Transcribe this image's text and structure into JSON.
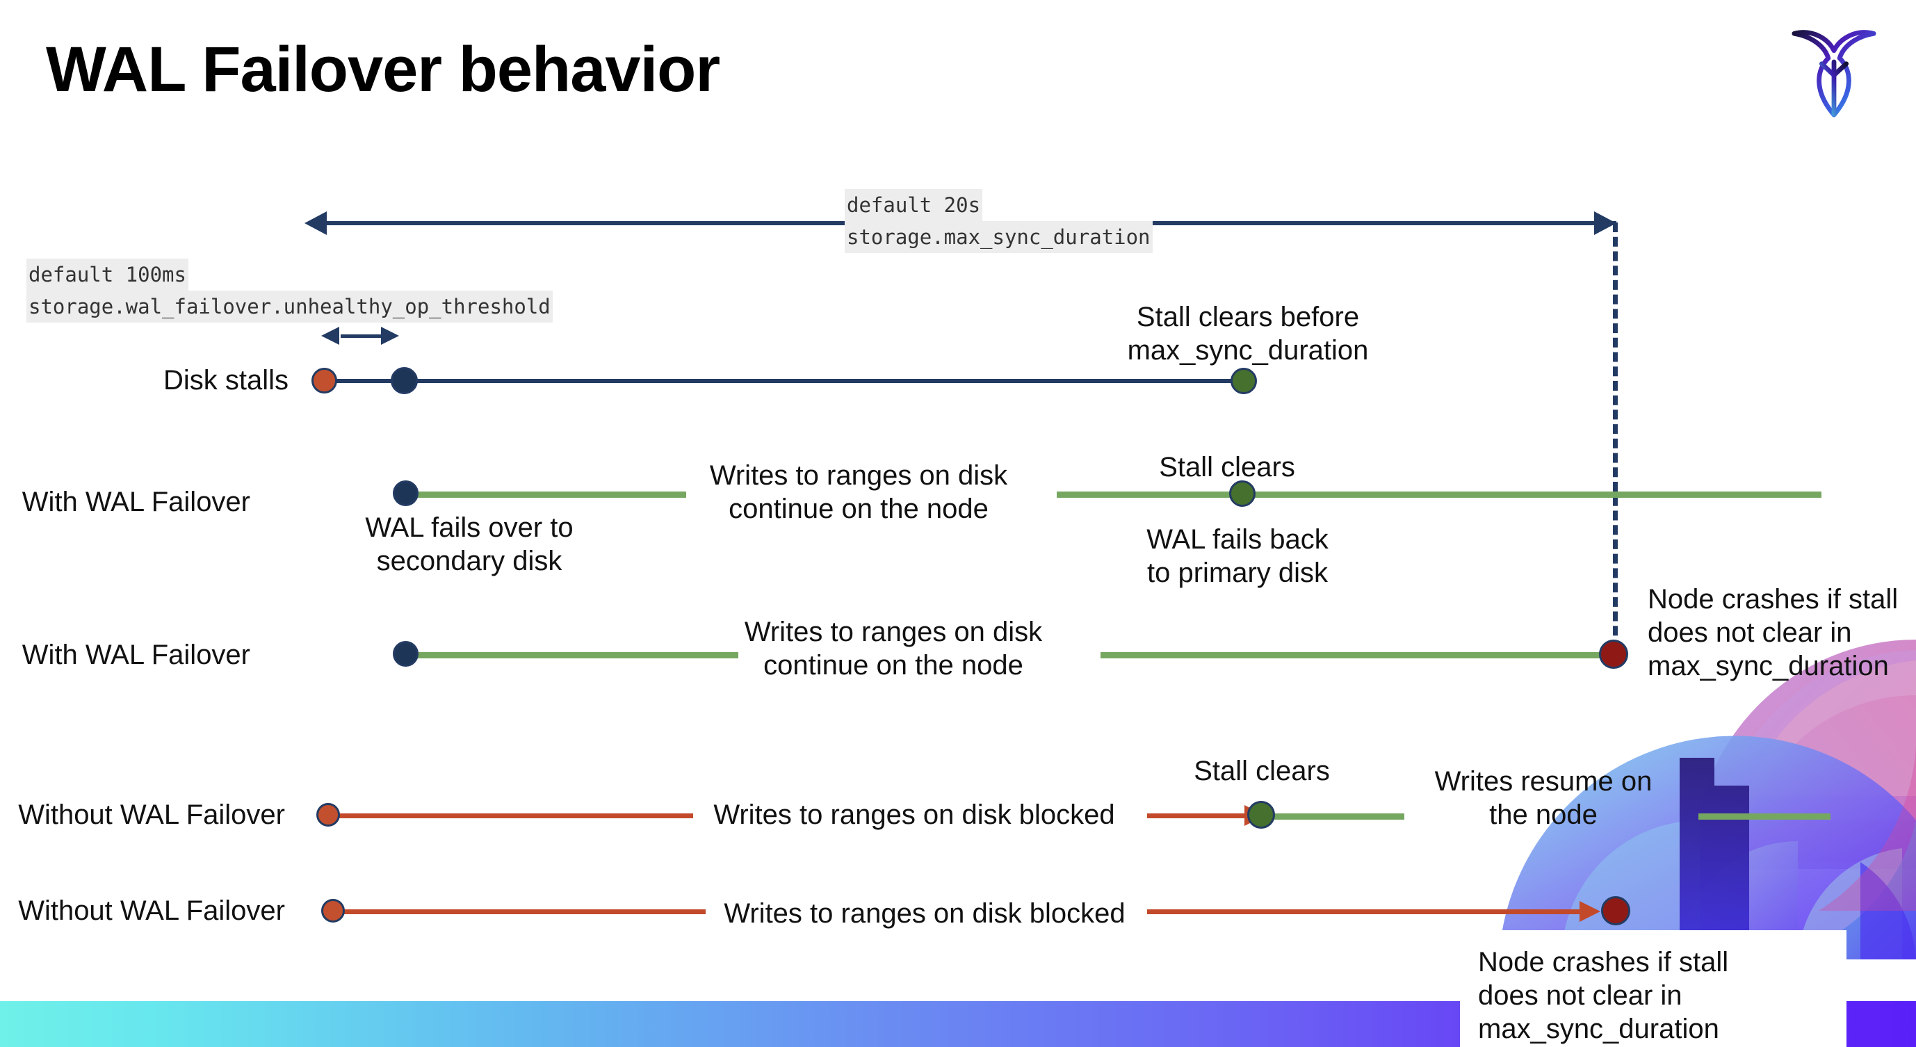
{
  "slide": {
    "title": "WAL Failover behavior",
    "logo_name": "cockroachdb-logo"
  },
  "annotations": {
    "max_sync_duration": {
      "default_line": "default 20s",
      "setting_line": "storage.max_sync_duration"
    },
    "unhealthy_op_threshold": {
      "default_line": "default 100ms",
      "setting_line": "storage.wal_failover.unhealthy_op_threshold"
    }
  },
  "rows": [
    {
      "id": "disk-stalls",
      "label": "Disk stalls",
      "notes": [
        {
          "id": "stall-clears-before",
          "text": "Stall clears before\nmax_sync_duration"
        }
      ]
    },
    {
      "id": "with-wal-failover-recovers",
      "label": "With WAL Failover",
      "notes": [
        {
          "id": "wal-fails-over",
          "text": "WAL fails over to\nsecondary disk"
        },
        {
          "id": "writes-continue",
          "text": "Writes to ranges on disk\ncontinue on the node"
        },
        {
          "id": "stall-clears",
          "text": "Stall clears"
        },
        {
          "id": "wal-fails-back",
          "text": "WAL fails  back\nto primary disk"
        }
      ]
    },
    {
      "id": "with-wal-failover-crashes",
      "label": "With WAL Failover",
      "notes": [
        {
          "id": "writes-continue-2",
          "text": "Writes to ranges on disk\ncontinue on the node"
        },
        {
          "id": "node-crashes-1",
          "text": "Node crashes if stall\ndoes not clear in\nmax_sync_duration"
        }
      ]
    },
    {
      "id": "without-wal-failover-recovers",
      "label": "Without WAL Failover",
      "notes": [
        {
          "id": "writes-blocked",
          "text": "Writes to ranges on disk  blocked"
        },
        {
          "id": "stall-clears-2",
          "text": "Stall clears"
        },
        {
          "id": "writes-resume",
          "text": "Writes resume on\nthe node"
        }
      ]
    },
    {
      "id": "without-wal-failover-crashes",
      "label": "Without WAL Failover",
      "notes": [
        {
          "id": "writes-blocked-2",
          "text": "Writes to ranges on disk  blocked"
        },
        {
          "id": "node-crashes-2",
          "text": "Node crashes if stall\ndoes not clear in\nmax_sync_duration"
        }
      ]
    }
  ],
  "colors": {
    "navy": "#233b63",
    "green": "#76a761",
    "red": "#c24a2b",
    "dark_red": "#8f1a15",
    "dot_green": "#45702e",
    "dot_navy": "#1d3557",
    "code_bg": "#ededed"
  }
}
